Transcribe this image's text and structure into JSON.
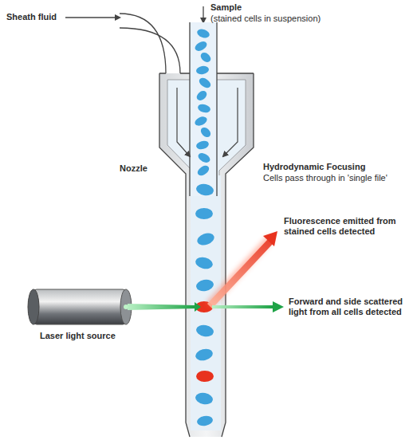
{
  "diagram": {
    "labels": [
      "Sheath fluid",
      "Sample",
      "(stained cells in suspension)",
      "Nozzle",
      "Hydrodynamic Focusing",
      "Cells pass through in 'single file'",
      "Fluorescence emitted from stained cells detected",
      "Forward and side scattered light from all cells detected",
      "Laser light source"
    ]
  }
}
